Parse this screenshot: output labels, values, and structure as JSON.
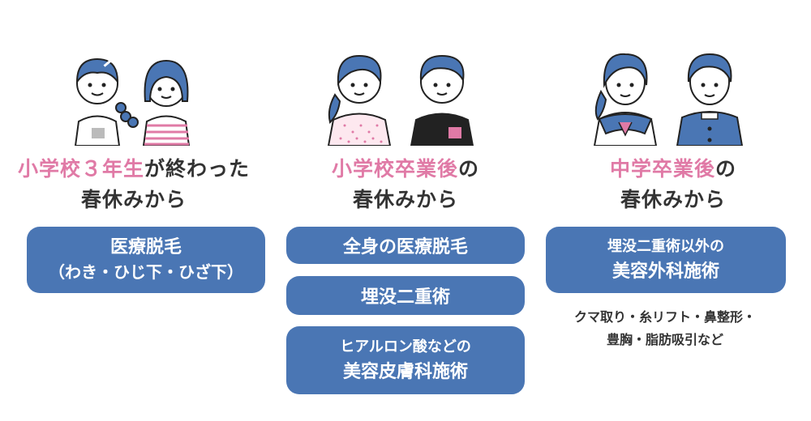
{
  "columns": [
    {
      "heading_highlight": "小学校３年生",
      "heading_rest": "が終わった",
      "heading_line2": "春休みから",
      "boxes": [
        {
          "line1": "医療脱毛",
          "line2": "（わき・ひじ下・ひざ下）"
        }
      ]
    },
    {
      "heading_highlight": "小学校卒業後",
      "heading_rest": "の",
      "heading_line2": "春休みから",
      "boxes": [
        {
          "line1": "全身の医療脱毛"
        },
        {
          "line1": "埋没二重術"
        },
        {
          "line1": "ヒアルロン酸などの",
          "line2": "美容皮膚科施術"
        }
      ]
    },
    {
      "heading_highlight": "中学卒業後",
      "heading_rest": "の",
      "heading_line2": "春休みから",
      "boxes": [
        {
          "line1": "埋没二重術以外の",
          "line2": "美容外科施術"
        }
      ],
      "note_line1": "クマ取り・糸リフト・鼻整形・",
      "note_line2": "豊胸・脂肪吸引など"
    }
  ],
  "colors": {
    "accent_blue": "#4a76b4",
    "highlight_pink": "#e07aa6",
    "hair_blue": "#4a76b4"
  }
}
